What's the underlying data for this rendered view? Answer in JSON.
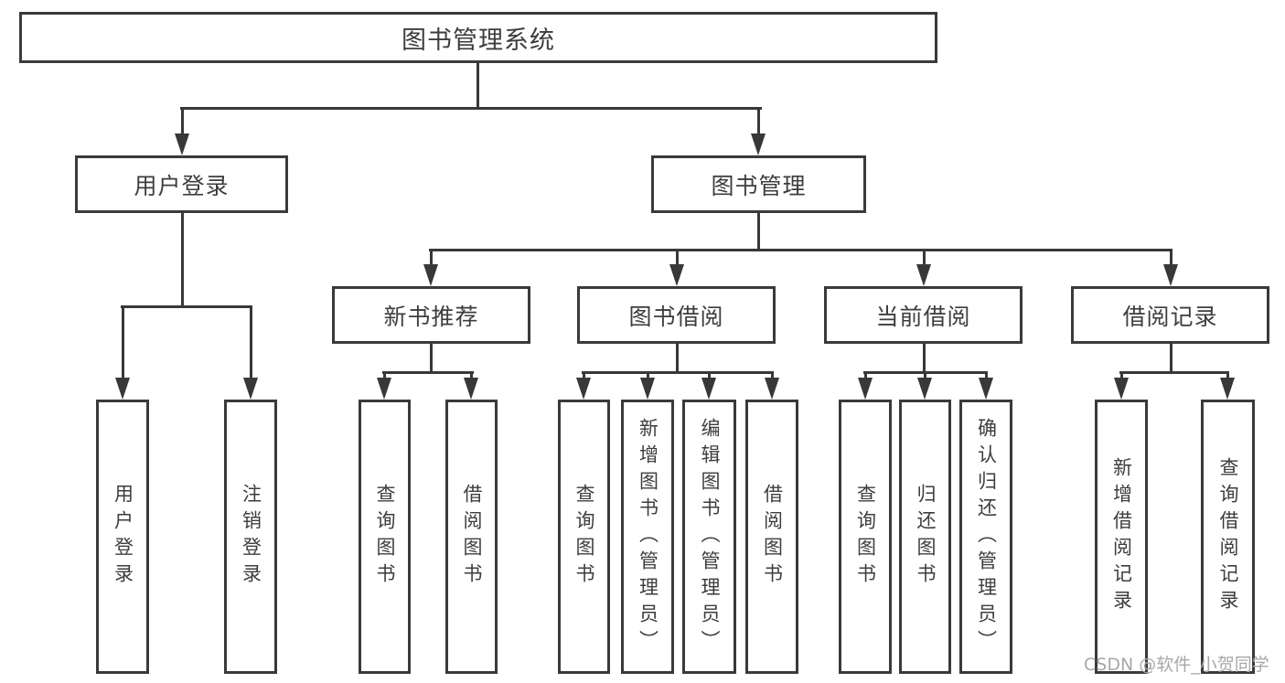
{
  "diagram": {
    "type": "hierarchy-diagram",
    "colors": {
      "background": "#ffffff",
      "box_fill": "#ffffff",
      "box_border": "#3a3a3a",
      "connector_line": "#383838",
      "text": "#3d3d3d",
      "watermark_text": "#a8a8a8"
    },
    "tree": {
      "root": {
        "label": "图书管理系统",
        "children": [
          {
            "label": "用户登录",
            "children": [
              {
                "label": "用户登录"
              },
              {
                "label": "注销登录"
              }
            ]
          },
          {
            "label": "图书管理",
            "children": [
              {
                "label": "新书推荐",
                "children": [
                  {
                    "label": "查询图书"
                  },
                  {
                    "label": "借阅图书"
                  }
                ]
              },
              {
                "label": "图书借阅",
                "children": [
                  {
                    "label": "查询图书"
                  },
                  {
                    "label": "新增图书（管理员）"
                  },
                  {
                    "label": "编辑图书（管理员）"
                  },
                  {
                    "label": "借阅图书"
                  }
                ]
              },
              {
                "label": "当前借阅",
                "children": [
                  {
                    "label": "查询图书"
                  },
                  {
                    "label": "归还图书"
                  },
                  {
                    "label": "确认归还（管理员）"
                  }
                ]
              },
              {
                "label": "借阅记录",
                "children": [
                  {
                    "label": "新增借阅记录"
                  },
                  {
                    "label": "查询借阅记录"
                  }
                ]
              }
            ]
          }
        ]
      }
    },
    "watermark": {
      "text": "CSDN @软件_小贺同学"
    }
  }
}
